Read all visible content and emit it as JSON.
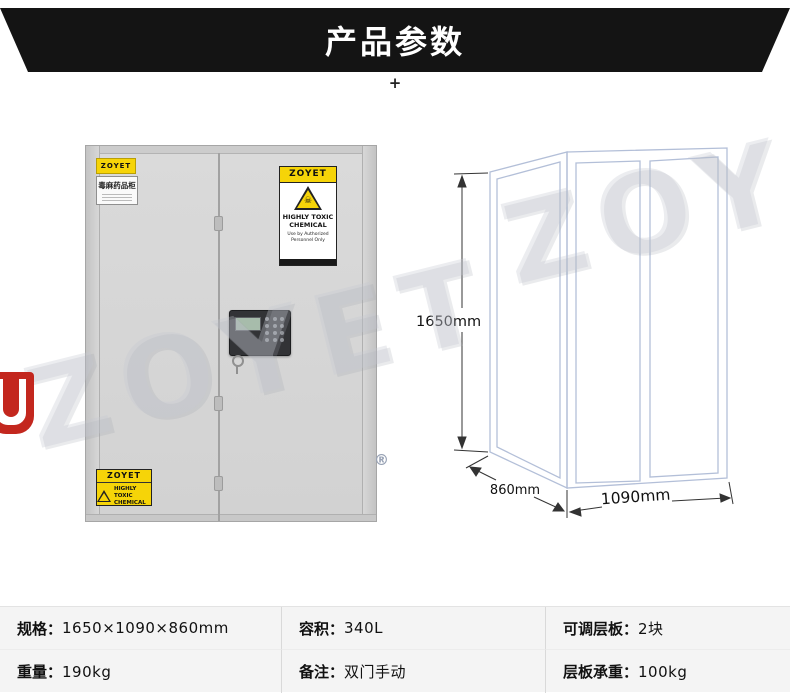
{
  "header": {
    "title": "产品参数",
    "plus_mark": "+"
  },
  "watermark": {
    "text": "ZOYET",
    "registered_mark": "®"
  },
  "cabinet": {
    "brand_label": "ZOYET",
    "name_plate": "毒麻药品柜",
    "toxic_label": {
      "brand": "ZOYET",
      "hazard_icon": "skull-crossbones-warning-triangle",
      "hazard_glyph": "☠",
      "title_line1": "HIGHLY TOXIC",
      "title_line2": "CHEMICAL",
      "subtitle_line1": "Use by Authorized",
      "subtitle_line2": "Personnel Only"
    },
    "bottom_label": {
      "brand": "ZOYET",
      "hazard_icon": "warning-triangle",
      "title_line1": "HIGHLY TOXIC",
      "title_line2": "CHEMICAL"
    }
  },
  "diagram": {
    "height_label": "1650mm",
    "depth_label": "860mm",
    "width_label": "1090mm"
  },
  "specs": {
    "row1": [
      {
        "label": "规格：",
        "value": "1650×1090×860mm"
      },
      {
        "label": "容积：",
        "value": "340L"
      },
      {
        "label": "可调层板：",
        "value": "2块"
      }
    ],
    "row2": [
      {
        "label": "重量：",
        "value": "190kg"
      },
      {
        "label": "备注：",
        "value": "双门手动"
      },
      {
        "label": "层板承重：",
        "value": "100kg"
      }
    ]
  },
  "colors": {
    "banner_bg": "#141414",
    "label_yellow": "#f6d408",
    "logo_red": "#c3271e",
    "wireframe_blue": "#b3bfd8",
    "table_bg": "#f4f4f4"
  }
}
